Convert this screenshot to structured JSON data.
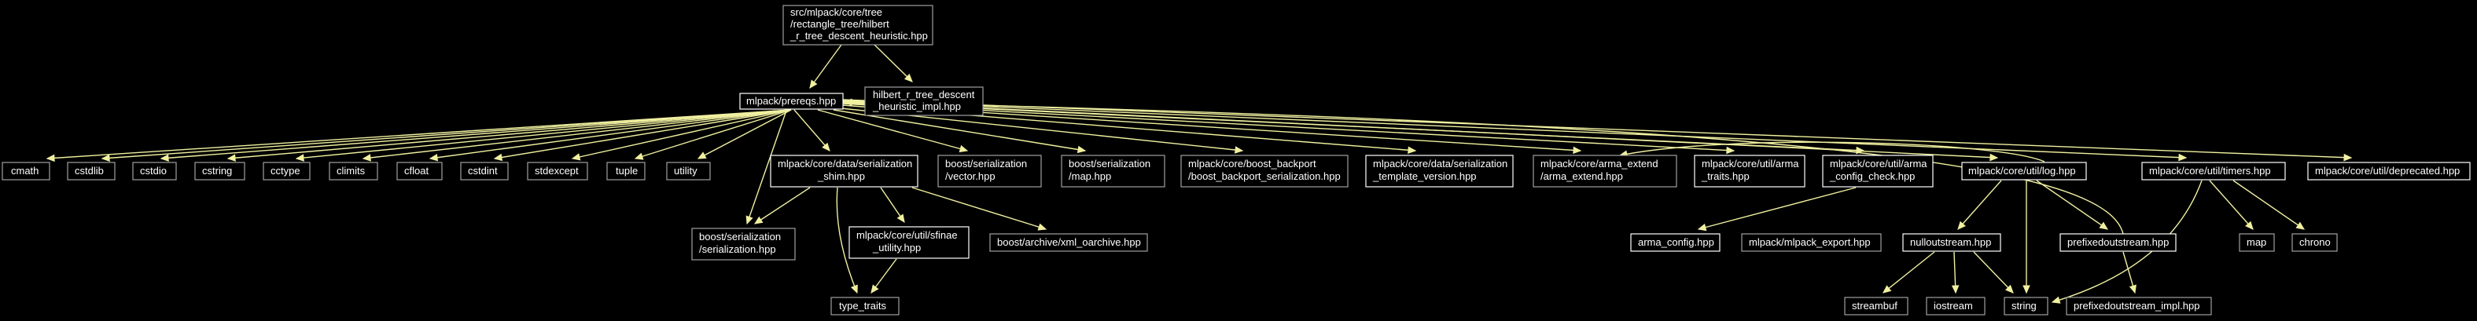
{
  "colors": {
    "background": "#000000",
    "edge": "#f0f0a0",
    "root_fill": "#c0c0c0",
    "root_text": "#000000",
    "node_text": "#ffffff",
    "node_border_documented": "#ffffff",
    "node_border_external": "#a0a0a0"
  },
  "nodes": {
    "root": [
      "src/mlpack/core/tree",
      "/rectangle_tree/hilbert",
      "_r_tree_descent_heuristic.hpp"
    ],
    "prereqs": [
      "mlpack/prereqs.hpp"
    ],
    "hilbert_impl": [
      "hilbert_r_tree_descent",
      "_heuristic_impl.hpp"
    ],
    "cmath": [
      "cmath"
    ],
    "cstdlib": [
      "cstdlib"
    ],
    "cstdio": [
      "cstdio"
    ],
    "cstring": [
      "cstring"
    ],
    "cctype": [
      "cctype"
    ],
    "climits": [
      "climits"
    ],
    "cfloat": [
      "cfloat"
    ],
    "cstdint": [
      "cstdint"
    ],
    "stdexcept": [
      "stdexcept"
    ],
    "tuple": [
      "tuple"
    ],
    "utility": [
      "utility"
    ],
    "shim": [
      "mlpack/core/data/serialization",
      "_shim.hpp"
    ],
    "boost_vector": [
      "boost/serialization",
      "/vector.hpp"
    ],
    "boost_map": [
      "boost/serialization",
      "/map.hpp"
    ],
    "boost_backport": [
      "mlpack/core/boost_backport",
      "/boost_backport_serialization.hpp"
    ],
    "template_version": [
      "mlpack/core/data/serialization",
      "_template_version.hpp"
    ],
    "arma_extend": [
      "mlpack/core/arma_extend",
      "/arma_extend.hpp"
    ],
    "arma_traits": [
      "mlpack/core/util/arma",
      "_traits.hpp"
    ],
    "arma_config_check": [
      "mlpack/core/util/arma",
      "_config_check.hpp"
    ],
    "log": [
      "mlpack/core/util/log.hpp"
    ],
    "timers": [
      "mlpack/core/util/timers.hpp"
    ],
    "deprecated": [
      "mlpack/core/util/deprecated.hpp"
    ],
    "boost_serialization": [
      "boost/serialization",
      "/serialization.hpp"
    ],
    "sfinae": [
      "mlpack/core/util/sfinae",
      "_utility.hpp"
    ],
    "xml_oarchive": [
      "boost/archive/xml_oarchive.hpp"
    ],
    "type_traits": [
      "type_traits"
    ],
    "arma_config": [
      "arma_config.hpp"
    ],
    "mlpack_export": [
      "mlpack/mlpack_export.hpp"
    ],
    "nulloutstream": [
      "nulloutstream.hpp"
    ],
    "prefixedoutstream": [
      "prefixedoutstream.hpp"
    ],
    "map": [
      "map"
    ],
    "chrono": [
      "chrono"
    ],
    "streambuf": [
      "streambuf"
    ],
    "iostream": [
      "iostream"
    ],
    "string": [
      "string"
    ],
    "prefixed_impl": [
      "prefixedoutstream_impl.hpp"
    ]
  }
}
